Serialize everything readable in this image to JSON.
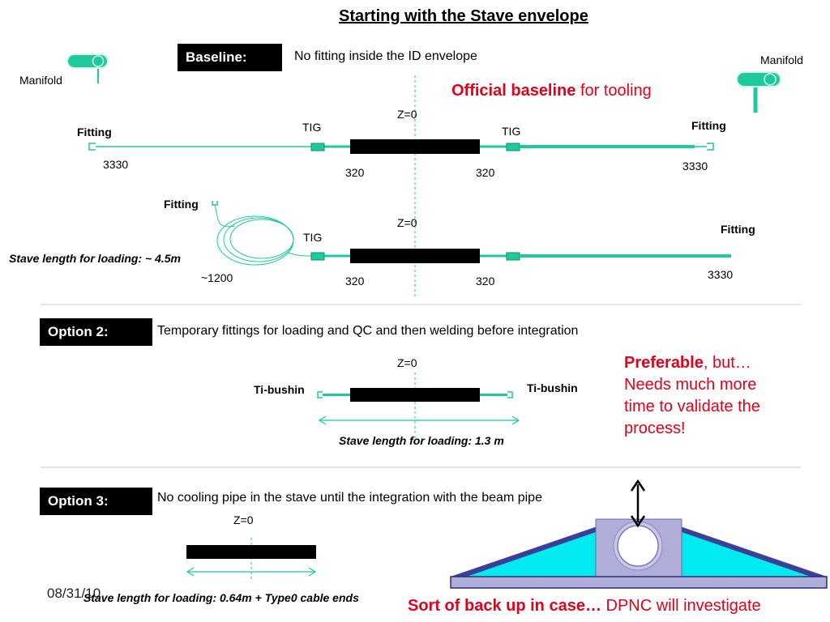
{
  "title": "Starting with the Stave envelope",
  "baseline": {
    "box_label": "Baseline:",
    "description": "No fitting inside the ID envelope",
    "manifold_left": "Manifold",
    "manifold_right": "Manifold",
    "official_bold": "Official baseline",
    "official_rest": " for tooling",
    "row1": {
      "z0": "Z=0",
      "tig_left": "TIG",
      "tig_right": "TIG",
      "fitting_left": "Fitting",
      "fitting_right": "Fitting",
      "len_left": "3330",
      "len_right": "3330",
      "seg_left": "320",
      "seg_right": "320"
    },
    "row2": {
      "z0": "Z=0",
      "tig": "TIG",
      "fitting_left": "Fitting",
      "fitting_right": "Fitting",
      "coil_len": "~1200",
      "len_right": "3330",
      "seg_left": "320",
      "seg_right": "320",
      "stave_length": "Stave length for loading: ~ 4.5m"
    }
  },
  "option2": {
    "box_label": "Option 2:",
    "description": "Temporary fittings for loading and QC and then welding before integration",
    "z0": "Z=0",
    "ti_left": "Ti-bushin",
    "ti_right": "Ti-bushin",
    "stave_length": "Stave length for loading: 1.3 m",
    "pref_bold": "Preferable",
    "pref_rest": ", but…",
    "pref_line2": "Needs much more",
    "pref_line3": "time to validate the",
    "pref_line4": "process!"
  },
  "option3": {
    "box_label": "Option 3:",
    "description": "No cooling pipe in the stave until the integration with the beam pipe",
    "z0": "Z=0",
    "stave_length": "Stave length for loading:  0.64m + Type0 cable ends",
    "backup_bold": "Sort of back up in case…",
    "backup_rest": " DPNC will investigate"
  },
  "footer": {
    "date": "08/31/10"
  },
  "colors": {
    "pipe": "#1fc99b",
    "accent_red": "#e3001b",
    "cyan": "#00eaf0",
    "lavender": "#a9a6d8",
    "navy": "#2b2e78"
  }
}
